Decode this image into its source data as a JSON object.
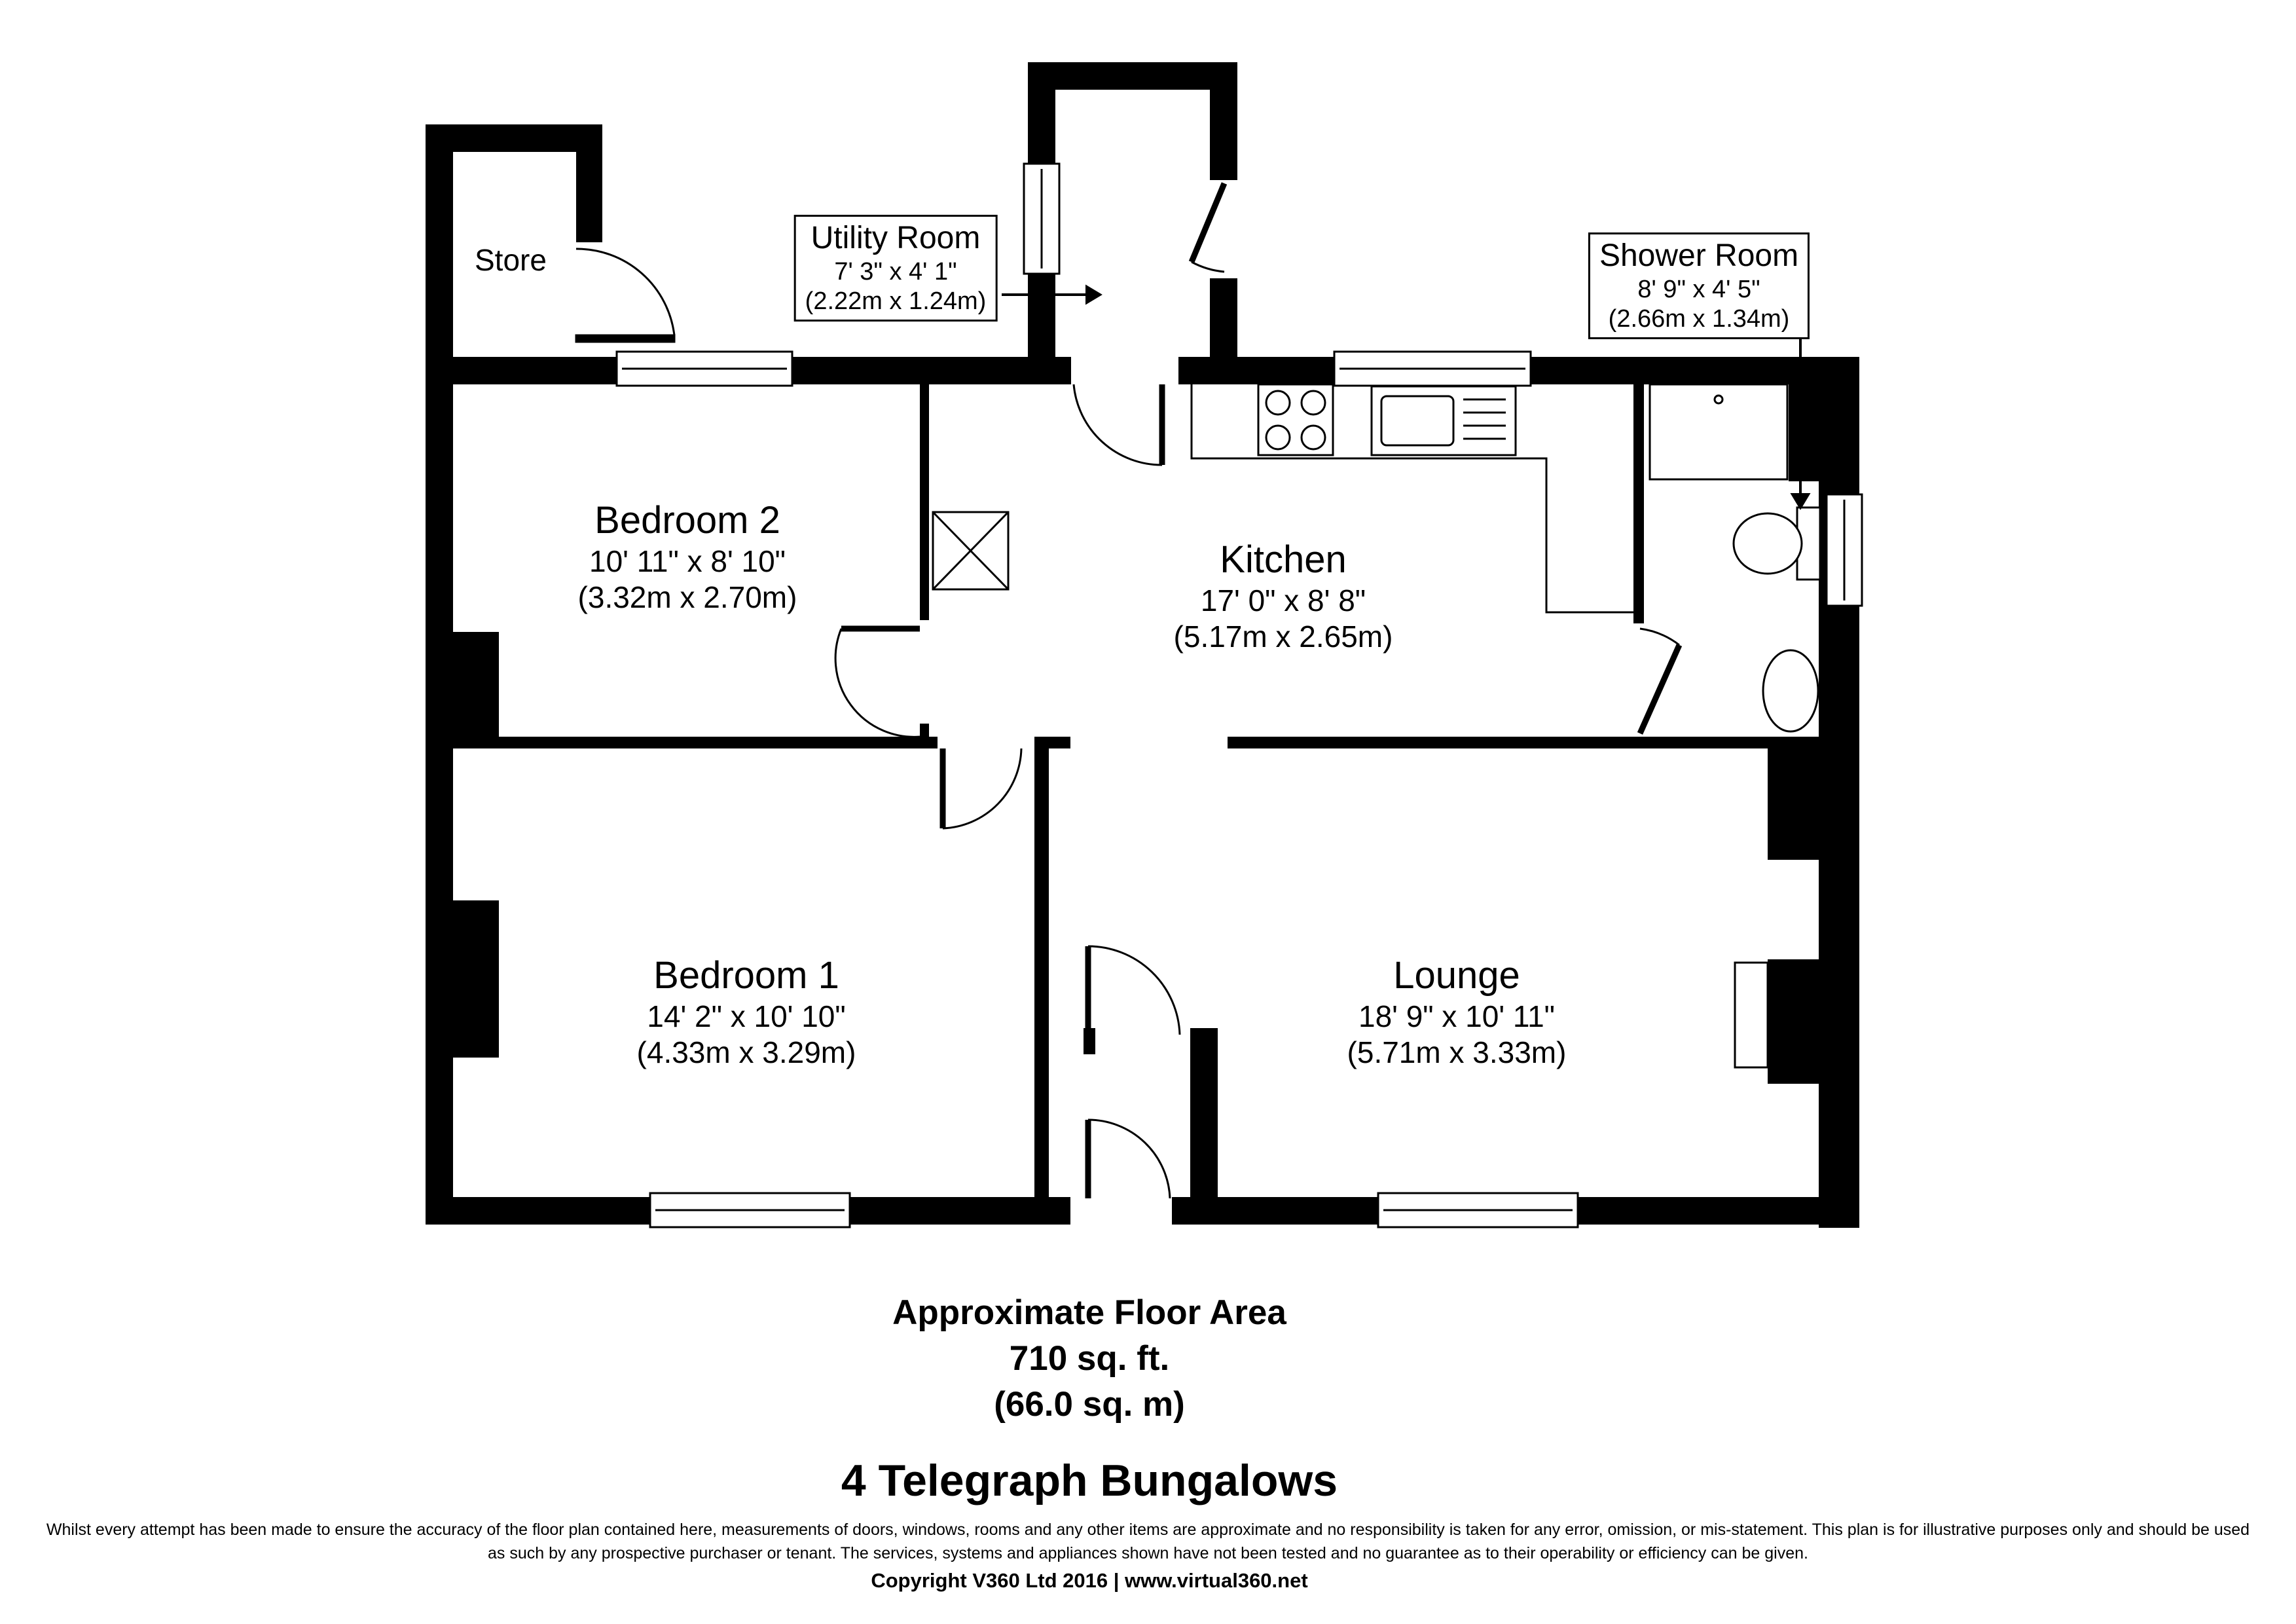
{
  "rooms": {
    "store": {
      "name": "Store"
    },
    "utility": {
      "name": "Utility Room",
      "imperial": "7' 3\" x 4' 1\"",
      "metric": "(2.22m x 1.24m)"
    },
    "shower": {
      "name": "Shower Room",
      "imperial": "8' 9\" x 4' 5\"",
      "metric": "(2.66m x 1.34m)"
    },
    "bedroom2": {
      "name": "Bedroom 2",
      "imperial": "10' 11\" x 8' 10\"",
      "metric": "(3.32m x 2.70m)"
    },
    "kitchen": {
      "name": "Kitchen",
      "imperial": "17' 0\" x 8' 8\"",
      "metric": "(5.17m x 2.65m)"
    },
    "bedroom1": {
      "name": "Bedroom 1",
      "imperial": "14' 2\" x 10' 10\"",
      "metric": "(4.33m x 3.29m)"
    },
    "lounge": {
      "name": "Lounge",
      "imperial": "18' 9\" x 10' 11\"",
      "metric": "(5.71m x 3.33m)"
    }
  },
  "floor_area": {
    "title": "Approximate Floor Area",
    "imperial": "710 sq. ft.",
    "metric": "(66.0 sq. m)"
  },
  "address": "4 Telegraph Bungalows",
  "disclaimer": "Whilst every attempt has been made to ensure the accuracy of the floor plan contained here, measurements of doors, windows, rooms and any other items are approximate and no responsibility is taken for any error, omission, or mis-statement. This plan is for illustrative purposes only and should be used as such by any prospective purchaser or tenant. The services, systems and appliances shown have not been tested and no guarantee as to their operability or efficiency can be given.",
  "copyright": "Copyright V360 Ltd 2016 | www.virtual360.net",
  "colors": {
    "wall": "#000000",
    "background": "#ffffff"
  }
}
